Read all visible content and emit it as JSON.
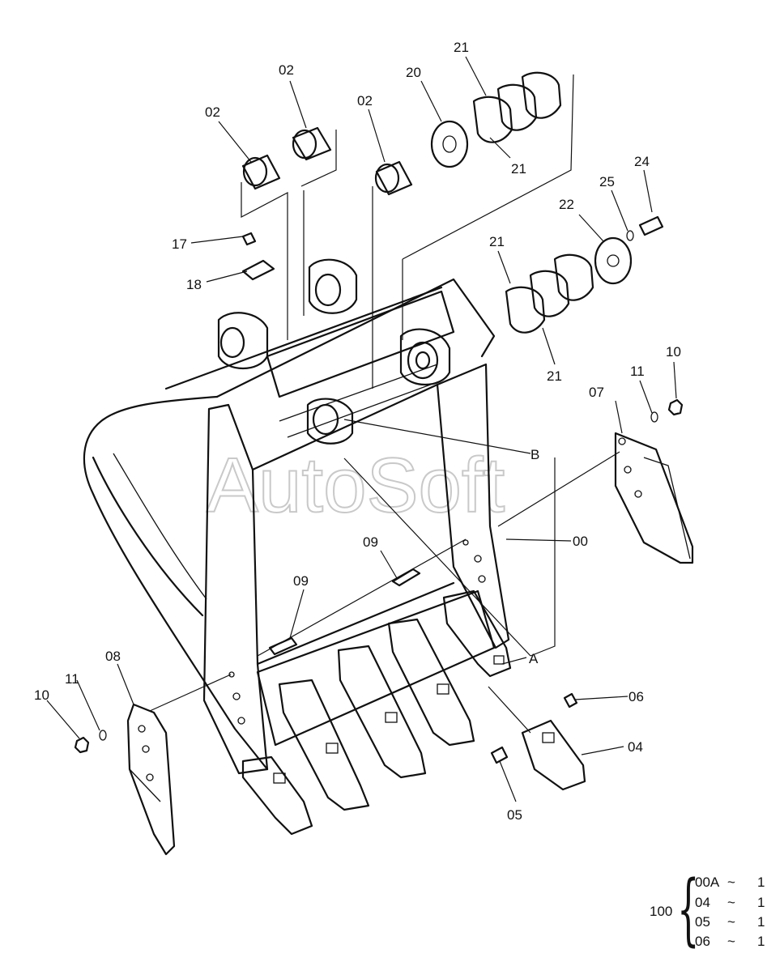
{
  "watermark": "AutoSoft",
  "callouts": {
    "c00": "00",
    "c02a": "02",
    "c02b": "02",
    "c02c": "02",
    "c04": "04",
    "c05": "05",
    "c06": "06",
    "c07": "07",
    "c08": "08",
    "c09a": "09",
    "c09b": "09",
    "c10a": "10",
    "c10b": "10",
    "c11a": "11",
    "c11b": "11",
    "c17": "17",
    "c18": "18",
    "c20": "20",
    "c21a": "21",
    "c21b": "21",
    "c21c": "21",
    "c21d": "21",
    "c22": "22",
    "c24": "24",
    "c25": "25",
    "cA": "A",
    "cB": "B"
  },
  "assembly": {
    "number": "100",
    "rows": [
      {
        "part": "00A",
        "qty": "1"
      },
      {
        "part": "04",
        "qty": "1"
      },
      {
        "part": "05",
        "qty": "1"
      },
      {
        "part": "06",
        "qty": "1"
      }
    ]
  }
}
